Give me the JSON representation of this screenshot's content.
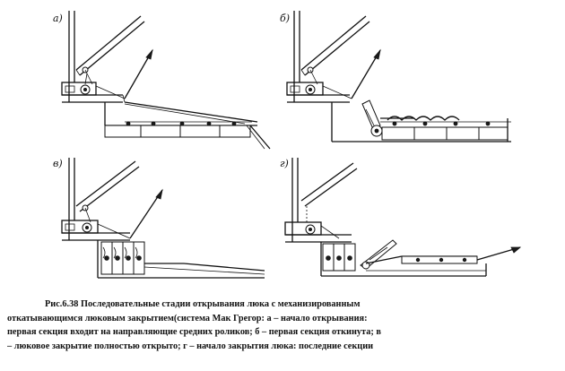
{
  "figure": {
    "panels": [
      {
        "label": "а)"
      },
      {
        "label": "б)"
      },
      {
        "label": "в)"
      },
      {
        "label": "г)"
      }
    ]
  },
  "caption": {
    "line1": "Рис.6.38  Последовательные  стадии  открывания  люка  с  механизированным",
    "line2": "откатывающимся  люковым  закрытием(система  Мак  Грегор:  а  –  начало  открывания:",
    "line3": "первая секция входит на направляющие средних роликов; б – первая секция откинута; в",
    "line4": "– люковое закрытие полностью открыто; г – начало закрытия люка: последние секции"
  }
}
